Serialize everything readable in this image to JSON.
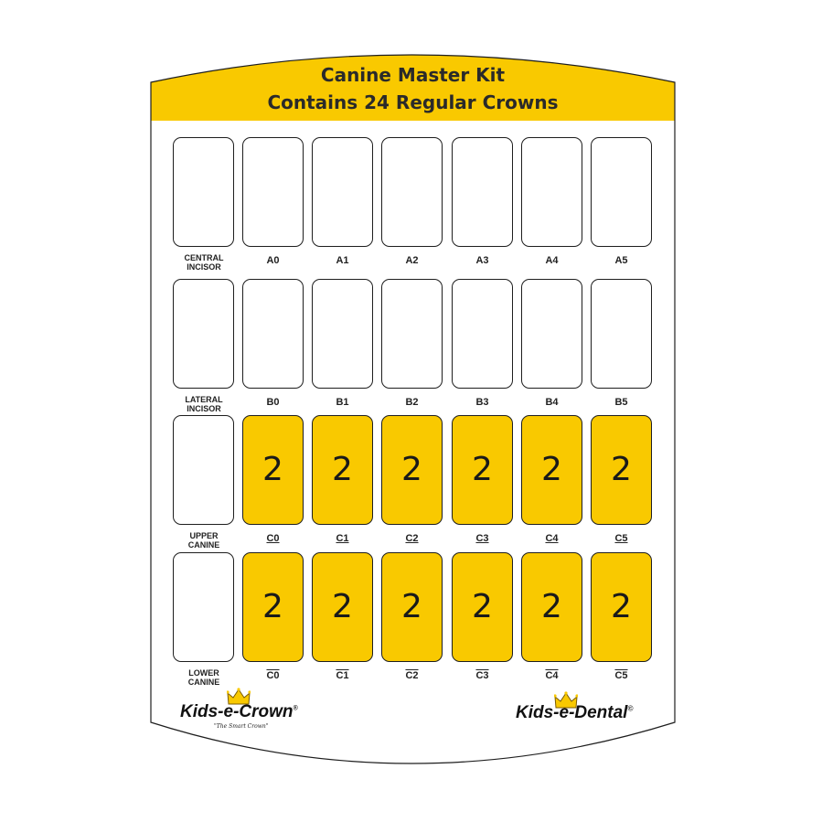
{
  "header": {
    "title_line1": "Canine Master Kit",
    "title_line2": "Contains 24 Regular Crowns"
  },
  "colors": {
    "accent": "#f9c900",
    "outline": "#1e1e1e"
  },
  "row_labels": [
    "CENTRAL\nINCISOR",
    "LATERAL\nINCISOR",
    "UPPER\nCANINE",
    "LOWER\nCANINE"
  ],
  "rows": [
    {
      "labels": [
        "A0",
        "A1",
        "A2",
        "A3",
        "A4",
        "A5"
      ],
      "quantities": [
        "",
        "",
        "",
        "",
        "",
        ""
      ]
    },
    {
      "labels": [
        "B0",
        "B1",
        "B2",
        "B3",
        "B4",
        "B5"
      ],
      "quantities": [
        "",
        "",
        "",
        "",
        "",
        ""
      ]
    },
    {
      "labels": [
        "C0",
        "C1",
        "C2",
        "C3",
        "C4",
        "C5"
      ],
      "quantities": [
        "2",
        "2",
        "2",
        "2",
        "2",
        "2"
      ]
    },
    {
      "labels": [
        "C0",
        "C1",
        "C2",
        "C3",
        "C4",
        "C5"
      ],
      "quantities": [
        "2",
        "2",
        "2",
        "2",
        "2",
        "2"
      ]
    }
  ],
  "logos": {
    "left_name": "Kids-e-Crown",
    "left_registered": "®",
    "left_tagline": "\"The Smart Crown\"",
    "right_name": "Kids-e-Dental",
    "right_registered": "©",
    "crown_icon": "crown-icon"
  }
}
